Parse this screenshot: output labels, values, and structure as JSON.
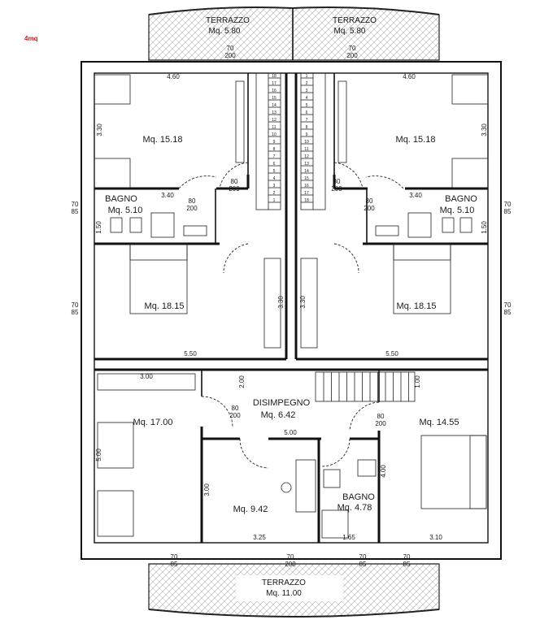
{
  "logo": "4mq",
  "terraces": {
    "top_left": {
      "title": "TERRAZZO",
      "area": "Mq. 5.80"
    },
    "top_right": {
      "title": "TERRAZZO",
      "area": "Mq. 5.80"
    },
    "bottom": {
      "title": "TERRAZZO",
      "area": "Mq. 11.00"
    }
  },
  "rooms": {
    "bed_top_left": {
      "area": "Mq. 15.18",
      "width": "4.60",
      "depth": "3.30"
    },
    "bed_top_right": {
      "area": "Mq. 15.18",
      "width": "4.60",
      "depth": "3.30"
    },
    "bath_left": {
      "name": "BAGNO",
      "area": "Mq. 5.10",
      "width": "3.40",
      "depth": "1.50"
    },
    "bath_right": {
      "name": "BAGNO",
      "area": "Mq. 5.10",
      "width": "3.40",
      "depth": "1.50"
    },
    "bed_mid_left": {
      "area": "Mq. 18.15",
      "width": "5.50",
      "depth": "3.30"
    },
    "bed_mid_right": {
      "area": "Mq. 18.15",
      "width": "5.50",
      "depth": "3.30"
    },
    "bed_low_left": {
      "area": "Mq. 17.00",
      "width": "3.00",
      "depth": "5.00",
      "depth2": "2.00"
    },
    "hall": {
      "name": "DISIMPEGNO",
      "area": "Mq. 6.42",
      "width": "5.00"
    },
    "bed_low_right": {
      "area": "Mq. 14.55",
      "width": "3.10",
      "depth": "4.00",
      "depth2": "1.00"
    },
    "room_low_center": {
      "area": "Mq. 9.42",
      "width": "3.25",
      "depth": "3.00"
    },
    "bath_low": {
      "name": "BAGNO",
      "area": "Mq. 4.78",
      "width": "1.65"
    }
  },
  "dims": {
    "window_w": "70",
    "window_h": "200",
    "window_h_small": "85",
    "door_w": "80",
    "door_h": "200"
  },
  "stairs": {
    "left_steps": [
      "18",
      "17",
      "16",
      "15",
      "14",
      "13",
      "12",
      "11",
      "10",
      "9",
      "8",
      "7",
      "6",
      "5",
      "4",
      "3",
      "2",
      "1"
    ],
    "right_steps": [
      "1",
      "2",
      "3",
      "4",
      "5",
      "6",
      "7",
      "8",
      "9",
      "10",
      "11",
      "12",
      "13",
      "14",
      "15",
      "16",
      "17",
      "18"
    ]
  }
}
